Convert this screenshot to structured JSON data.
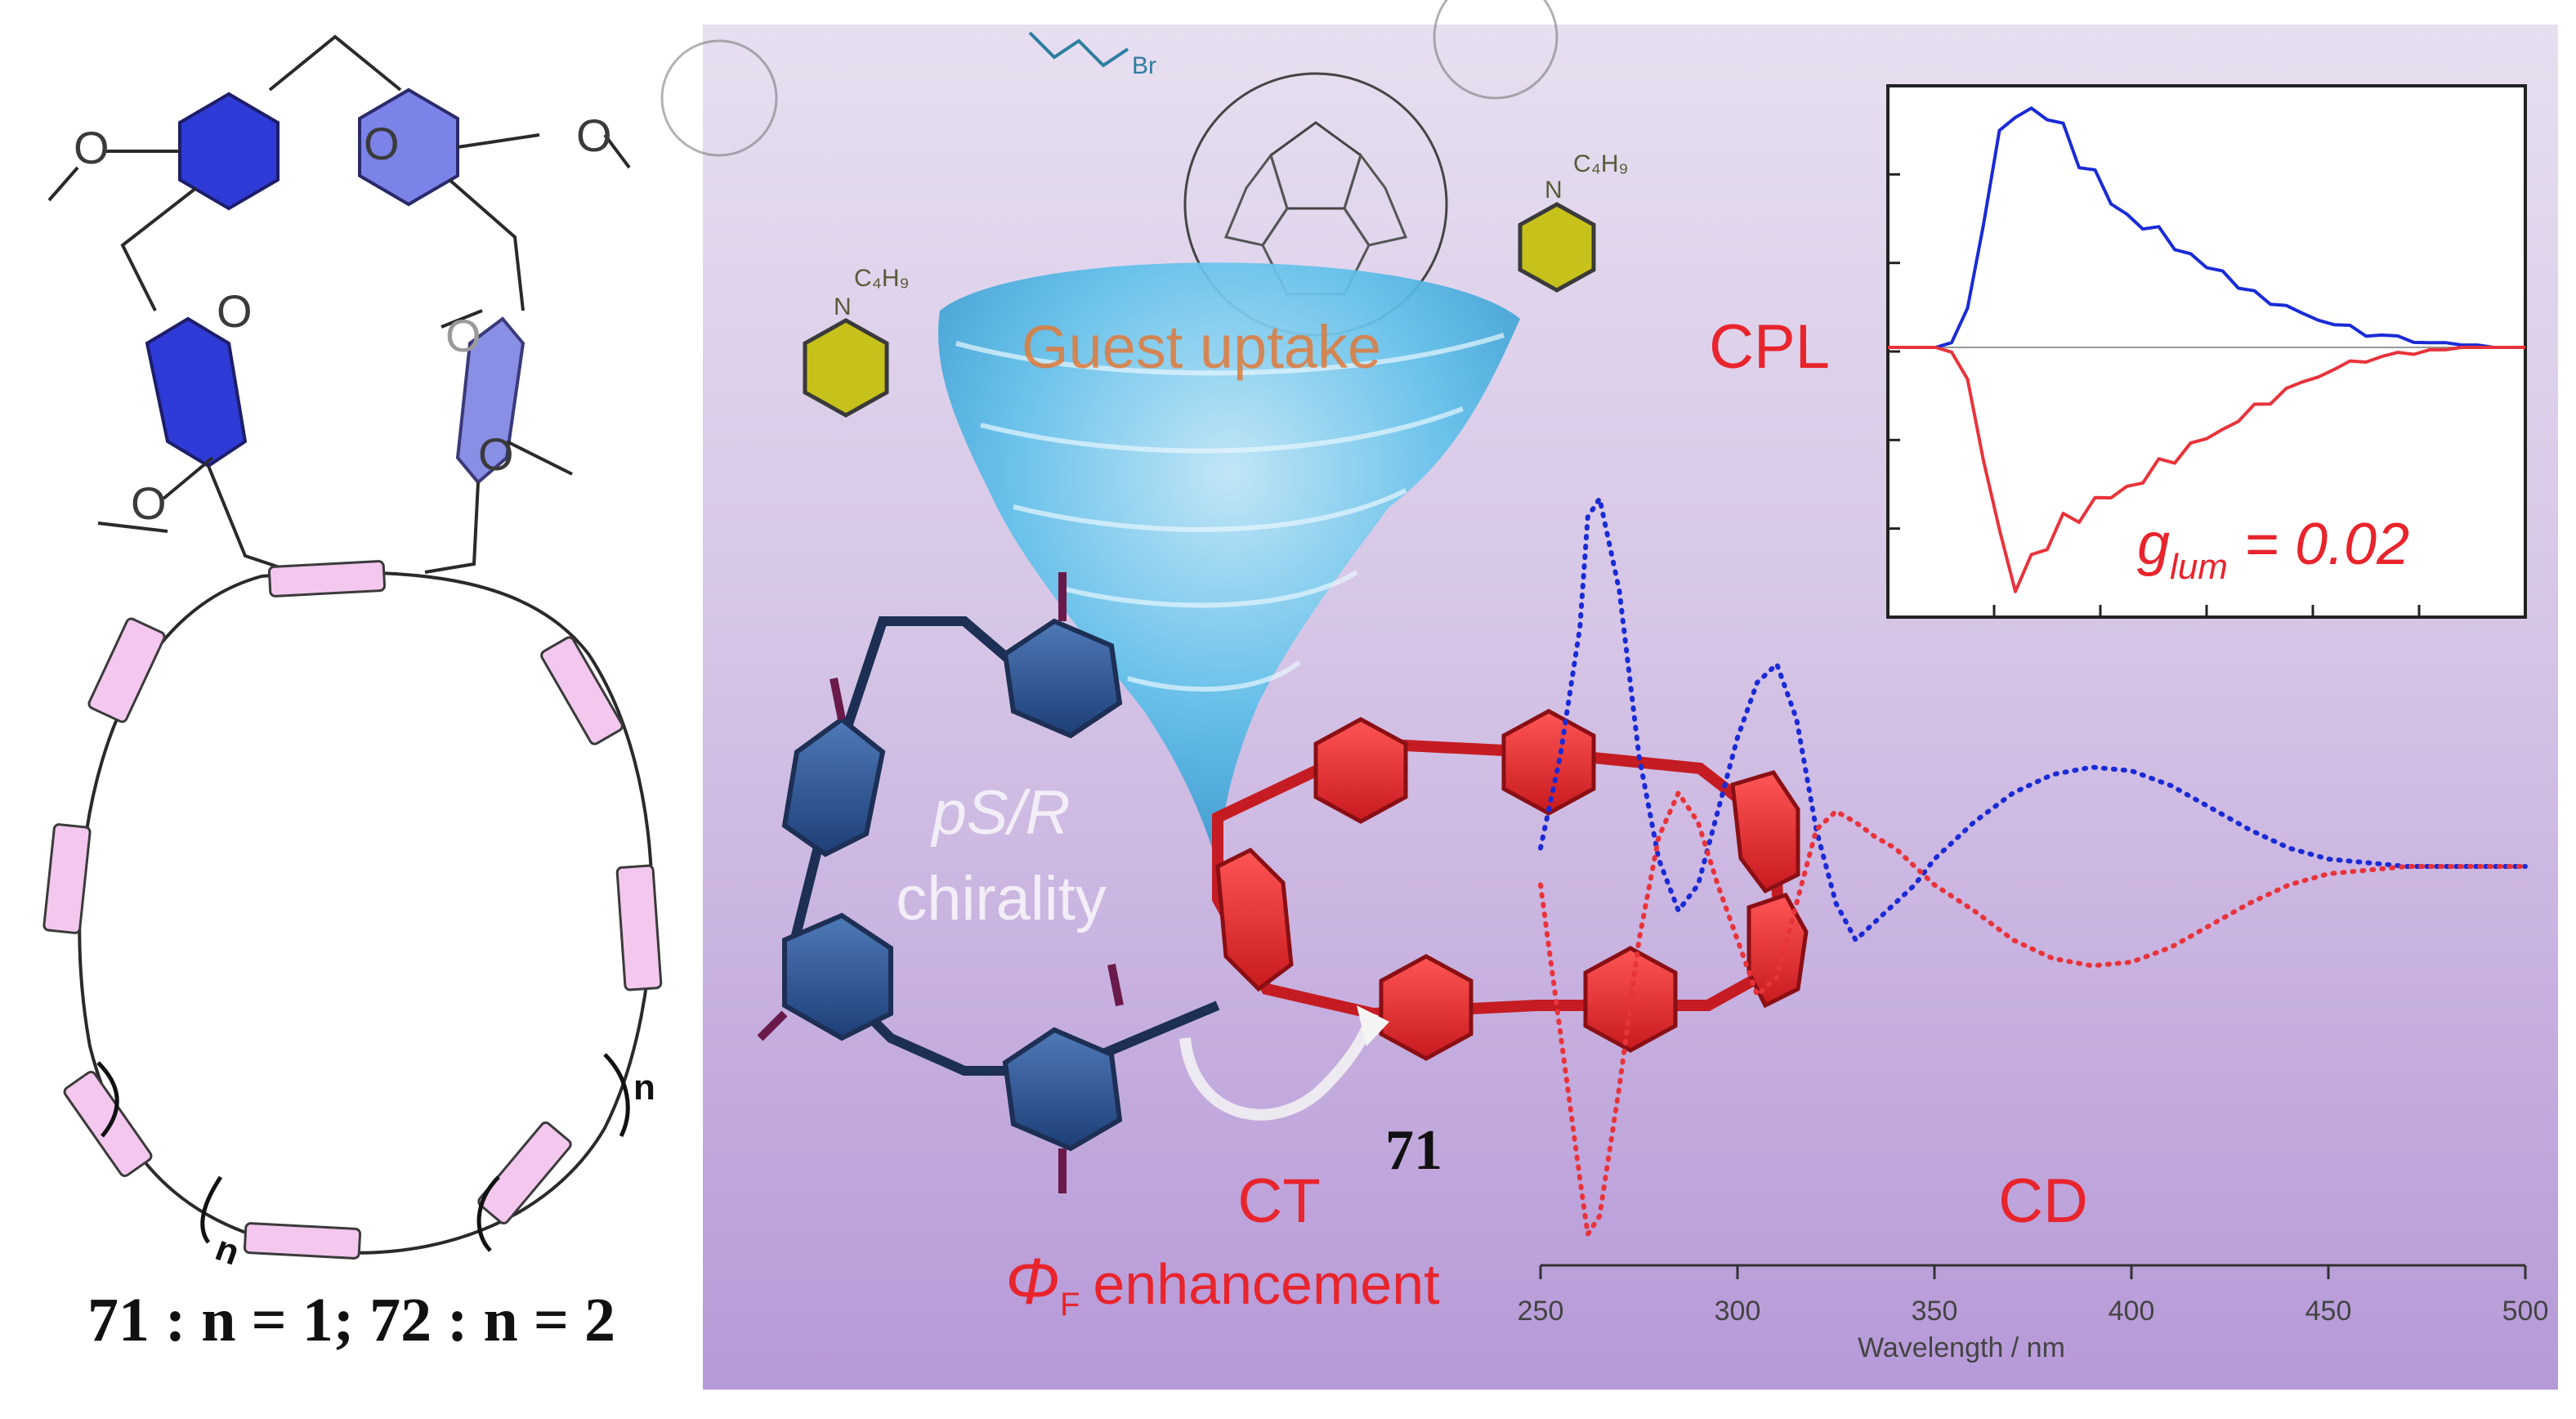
{
  "left_panel": {
    "atoms": {
      "methoxy_oxygen": "O"
    },
    "bracket_index": "n",
    "caption": "71 : n = 1;  72 : n = 2"
  },
  "right_panel": {
    "substituent_butyl": "C₄H₉",
    "substituent_n": "N",
    "substituent_br": "Br",
    "tornado_label": "Guest uptake",
    "chirality_line1": "pS/R",
    "chirality_line2": "chirality",
    "compound_number": "71",
    "ct_label": "CT",
    "phi_symbol": "Φ",
    "phi_subscript": "F",
    "enhancement_text": "enhancement",
    "cpl_label": "CPL",
    "cd_label": "CD",
    "glum_g": "g",
    "glum_sub": "lum",
    "glum_value": " = 0.02",
    "colors": {
      "cd_plus": "#1a2bd6",
      "cd_minus": "#e8333b",
      "label_red": "#e8242c"
    }
  },
  "chart_data": [
    {
      "type": "line",
      "name": "CPL inset",
      "title": "CPL",
      "annotation": "glum = 0.02",
      "x": [
        0,
        1,
        2,
        3,
        4,
        5,
        6,
        7,
        8,
        9,
        10,
        11,
        12,
        13,
        14,
        15,
        16,
        17,
        18,
        19,
        20,
        21,
        22,
        23,
        24,
        25,
        26,
        27,
        28,
        29,
        30,
        31,
        32,
        33,
        34,
        35,
        36,
        37,
        38,
        39,
        40
      ],
      "series": [
        {
          "color": "#1a2bd6",
          "values": [
            0,
            0,
            0,
            0,
            0.02,
            0.15,
            0.55,
            0.88,
            1.0,
            0.98,
            1.0,
            0.9,
            0.8,
            0.72,
            0.62,
            0.55,
            0.52,
            0.48,
            0.44,
            0.38,
            0.34,
            0.32,
            0.26,
            0.22,
            0.2,
            0.17,
            0.14,
            0.12,
            0.1,
            0.08,
            0.06,
            0.05,
            0.04,
            0.03,
            0.02,
            0.02,
            0.01,
            0.01,
            0,
            0,
            0
          ]
        },
        {
          "color": "#e8333b",
          "values": [
            0,
            0,
            0,
            0,
            -0.02,
            -0.15,
            -0.45,
            -0.8,
            -1.0,
            -0.9,
            -0.82,
            -0.74,
            -0.7,
            -0.66,
            -0.62,
            -0.6,
            -0.55,
            -0.5,
            -0.46,
            -0.42,
            -0.38,
            -0.35,
            -0.3,
            -0.26,
            -0.22,
            -0.18,
            -0.15,
            -0.12,
            -0.09,
            -0.07,
            -0.05,
            -0.04,
            -0.03,
            -0.02,
            -0.01,
            -0.01,
            0,
            0,
            0,
            0,
            0
          ]
        }
      ]
    },
    {
      "type": "line",
      "name": "CD spectrum",
      "title": "CD",
      "xlabel": "Wavelength / nm",
      "xlim": [
        250,
        500
      ],
      "xticks": [
        250,
        300,
        350,
        400,
        450,
        500
      ],
      "x": [
        250,
        255,
        260,
        262,
        265,
        270,
        275,
        280,
        285,
        290,
        295,
        300,
        305,
        310,
        315,
        320,
        325,
        330,
        335,
        340,
        345,
        350,
        360,
        370,
        380,
        390,
        400,
        410,
        420,
        430,
        440,
        450,
        460,
        470,
        480,
        490,
        500
      ],
      "series": [
        {
          "color": "#1a2bd6",
          "style": "dotted",
          "values": [
            0.05,
            0.3,
            0.65,
            0.95,
            1.0,
            0.75,
            0.3,
            0.02,
            -0.12,
            -0.05,
            0.15,
            0.35,
            0.5,
            0.55,
            0.4,
            0.1,
            -0.1,
            -0.2,
            -0.15,
            -0.1,
            -0.05,
            0.02,
            0.12,
            0.2,
            0.25,
            0.27,
            0.26,
            0.22,
            0.16,
            0.1,
            0.05,
            0.02,
            0.01,
            0,
            0,
            0,
            0
          ]
        },
        {
          "color": "#e8333b",
          "style": "dotted",
          "values": [
            -0.05,
            -0.45,
            -0.85,
            -1.0,
            -0.95,
            -0.6,
            -0.2,
            0.08,
            0.2,
            0.12,
            -0.05,
            -0.2,
            -0.35,
            -0.3,
            -0.1,
            0.1,
            0.15,
            0.12,
            0.08,
            0.05,
            0.0,
            -0.05,
            -0.12,
            -0.2,
            -0.25,
            -0.27,
            -0.26,
            -0.22,
            -0.16,
            -0.1,
            -0.05,
            -0.02,
            -0.01,
            0,
            0,
            0,
            0
          ]
        }
      ]
    }
  ]
}
